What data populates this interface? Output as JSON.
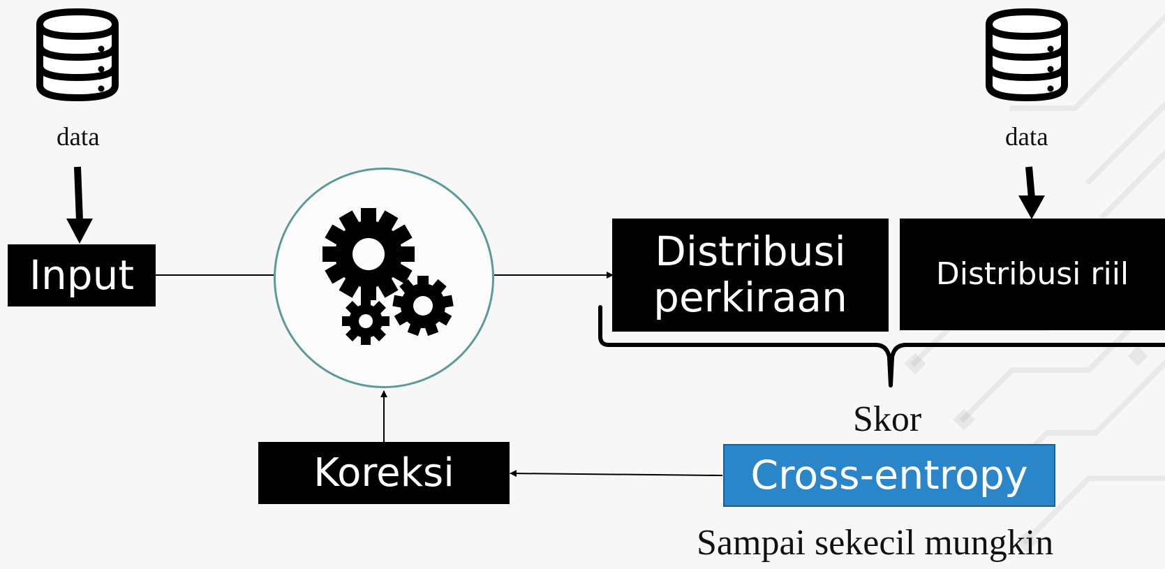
{
  "diagram": {
    "nodes": {
      "data_left_label": "data",
      "data_right_label": "data",
      "input_label": "Input",
      "distribusi_perkiraan_line1": "Distribusi",
      "distribusi_perkiraan_line2": "perkiraan",
      "distribusi_riil_label": "Distribusi riil",
      "koreksi_label": "Koreksi",
      "cross_entropy_label": "Cross-entropy"
    },
    "annotations": {
      "skor_label": "Skor",
      "bottom_caption": "Sampai sekecil mungkin"
    },
    "icons": {
      "left_database": "database-icon",
      "right_database": "database-icon",
      "process": "gears-icon"
    },
    "colors": {
      "box_fill": "#000000",
      "accent_blue": "#2a86c8",
      "circle_border": "#5a9a99"
    }
  }
}
